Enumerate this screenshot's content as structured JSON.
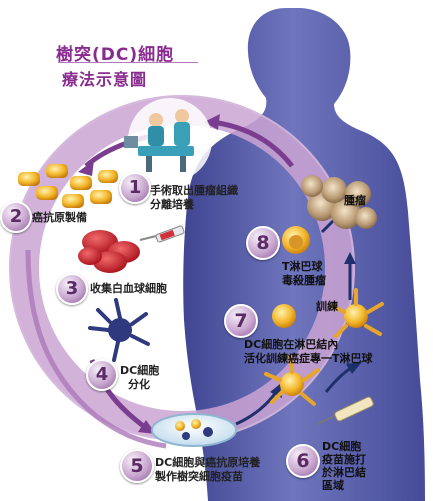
{
  "title": {
    "line1": "樹突(DC)細胞",
    "line2": "療法示意圖"
  },
  "steps": [
    {
      "num": "1",
      "line1": "手術取出腫瘤組織",
      "line2": "分離培養"
    },
    {
      "num": "2",
      "line1": "癌抗原製備"
    },
    {
      "num": "3",
      "line1": "收集白血球細胞"
    },
    {
      "num": "4",
      "line1": "DC細胞",
      "line2": "分化"
    },
    {
      "num": "5",
      "line1": "DC細胞與癌抗原培養",
      "line2": "製作樹突細胞疫苗"
    },
    {
      "num": "6",
      "line1": "DC細胞",
      "line2": "疫苗施打",
      "line3": "於淋巴結",
      "line4": "區域"
    },
    {
      "num": "7",
      "line1": "DC細胞在淋巴結內",
      "line2": "活化訓練癌症專一T淋巴球"
    },
    {
      "num": "8",
      "line1": "T淋巴球",
      "line2": "毒殺腫瘤"
    }
  ],
  "labels": {
    "tumor": "腫瘤",
    "train": "訓練"
  },
  "colors": {
    "body": "#5a5fa8",
    "ring": "#c9a3d2",
    "arrow": "#7a3d8f",
    "navy_arrow": "#1f2f6b",
    "title": "#8a2c8f"
  }
}
